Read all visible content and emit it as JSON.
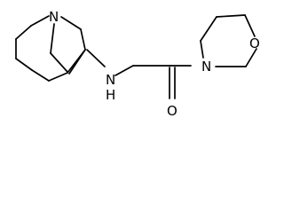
{
  "molecule": {
    "atom_labels": {
      "quinuclidine_nitrogen": "N",
      "amine_nitrogen": "N",
      "amine_hydrogen": "H",
      "carbonyl_oxygen": "O",
      "morpholine_nitrogen": "N",
      "morpholine_oxygen": "O"
    }
  }
}
